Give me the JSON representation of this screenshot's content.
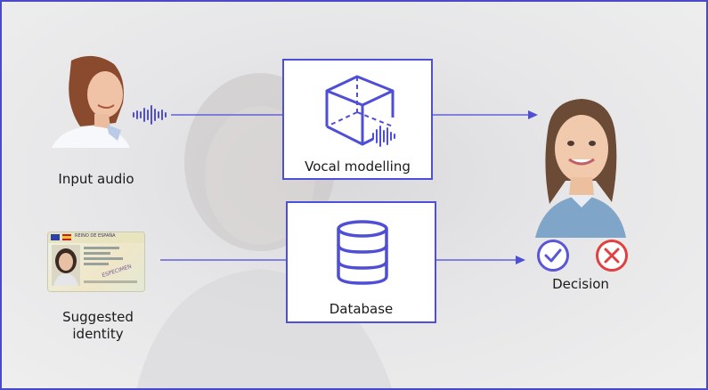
{
  "diagram": {
    "input_audio_label": "Input audio",
    "suggested_identity_label": "Suggested\nidentity",
    "vocal_modelling_label": "Vocal modelling",
    "database_label": "Database",
    "decision_label": "Decision"
  },
  "id_card": {
    "header_text": "REINO DE ESPAÑA",
    "stamp_text": "ESPECIMEN"
  },
  "colors": {
    "accent": "#4f4ed6",
    "accept": "#5a56d6",
    "reject": "#e0403f",
    "frame": "#4a49c9"
  },
  "icons": [
    "cube-icon",
    "soundwave-icon",
    "database-icon",
    "check-circle-icon",
    "cross-circle-icon",
    "arrow-icon"
  ]
}
